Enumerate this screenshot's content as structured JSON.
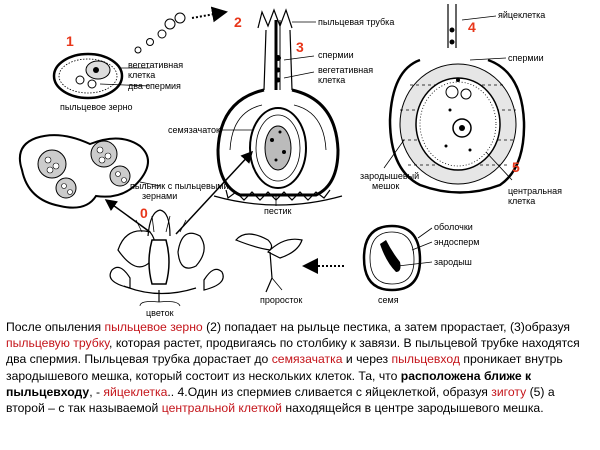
{
  "colors": {
    "accent_red": "#c4141a",
    "number_red": "#e8361a"
  },
  "numbers": [
    "1",
    "2",
    "3",
    "4",
    "5",
    "0"
  ],
  "labels": {
    "vegetative": "вегетативная",
    "vegetative_cell": "клетка",
    "two_sperms": "два спермия",
    "pollen_grain": "пыльцевое зерно",
    "pollen_tube": "пыльцевая трубка",
    "sperms": "спермии",
    "vegetative2": "вегетативная",
    "cell2": "клетка",
    "ovule": "семязачаток",
    "pistil": "пестик",
    "anther_1": "пыльник с пыльцевыми",
    "anther_2": "зернами",
    "egg_cell": "яйцеклетка",
    "sperms2": "спермии",
    "embryo_sac_1": "зародышевый",
    "embryo_sac_2": "мешок",
    "central_1": "центральная",
    "central_2": "клетка",
    "coats": "оболочки",
    "endosperm": "эндосперм",
    "embryo": "зародыш",
    "flower": "цветок",
    "sprout": "проросток",
    "seed": "семя"
  },
  "caption": {
    "p1": "После опыления ",
    "h1": "пыльцевое зерно",
    "p2": " (2) попадает на рыльце пестика, а затем прорастает, (3)образуя ",
    "h2": "пыльцевую трубку",
    "p3": ", которая растет, продвигаясь по столбику к завязи. В пыльцевой трубке находятся два спермия. Пыльцевая трубка дорастает до ",
    "h3": "семязачатка",
    "p4": " и через ",
    "h4": "пыльцевход",
    "p5": " проникает внутрь зародышевого мешка, который  состоит из нескольких клеток. Та, что ",
    "b1": "расположена ближе к пыльцевходу",
    "p6": ", - ",
    "h5": "яйцеклетка",
    "p7": ".. 4.Один из спермиев сливается с яйцеклеткой, образуя ",
    "h6": "зиготу",
    "p8": "  (5) а второй –  с так называемой ",
    "h7": "центральной клеткой",
    "p9": " находящейся в центре зародышевого мешка."
  }
}
